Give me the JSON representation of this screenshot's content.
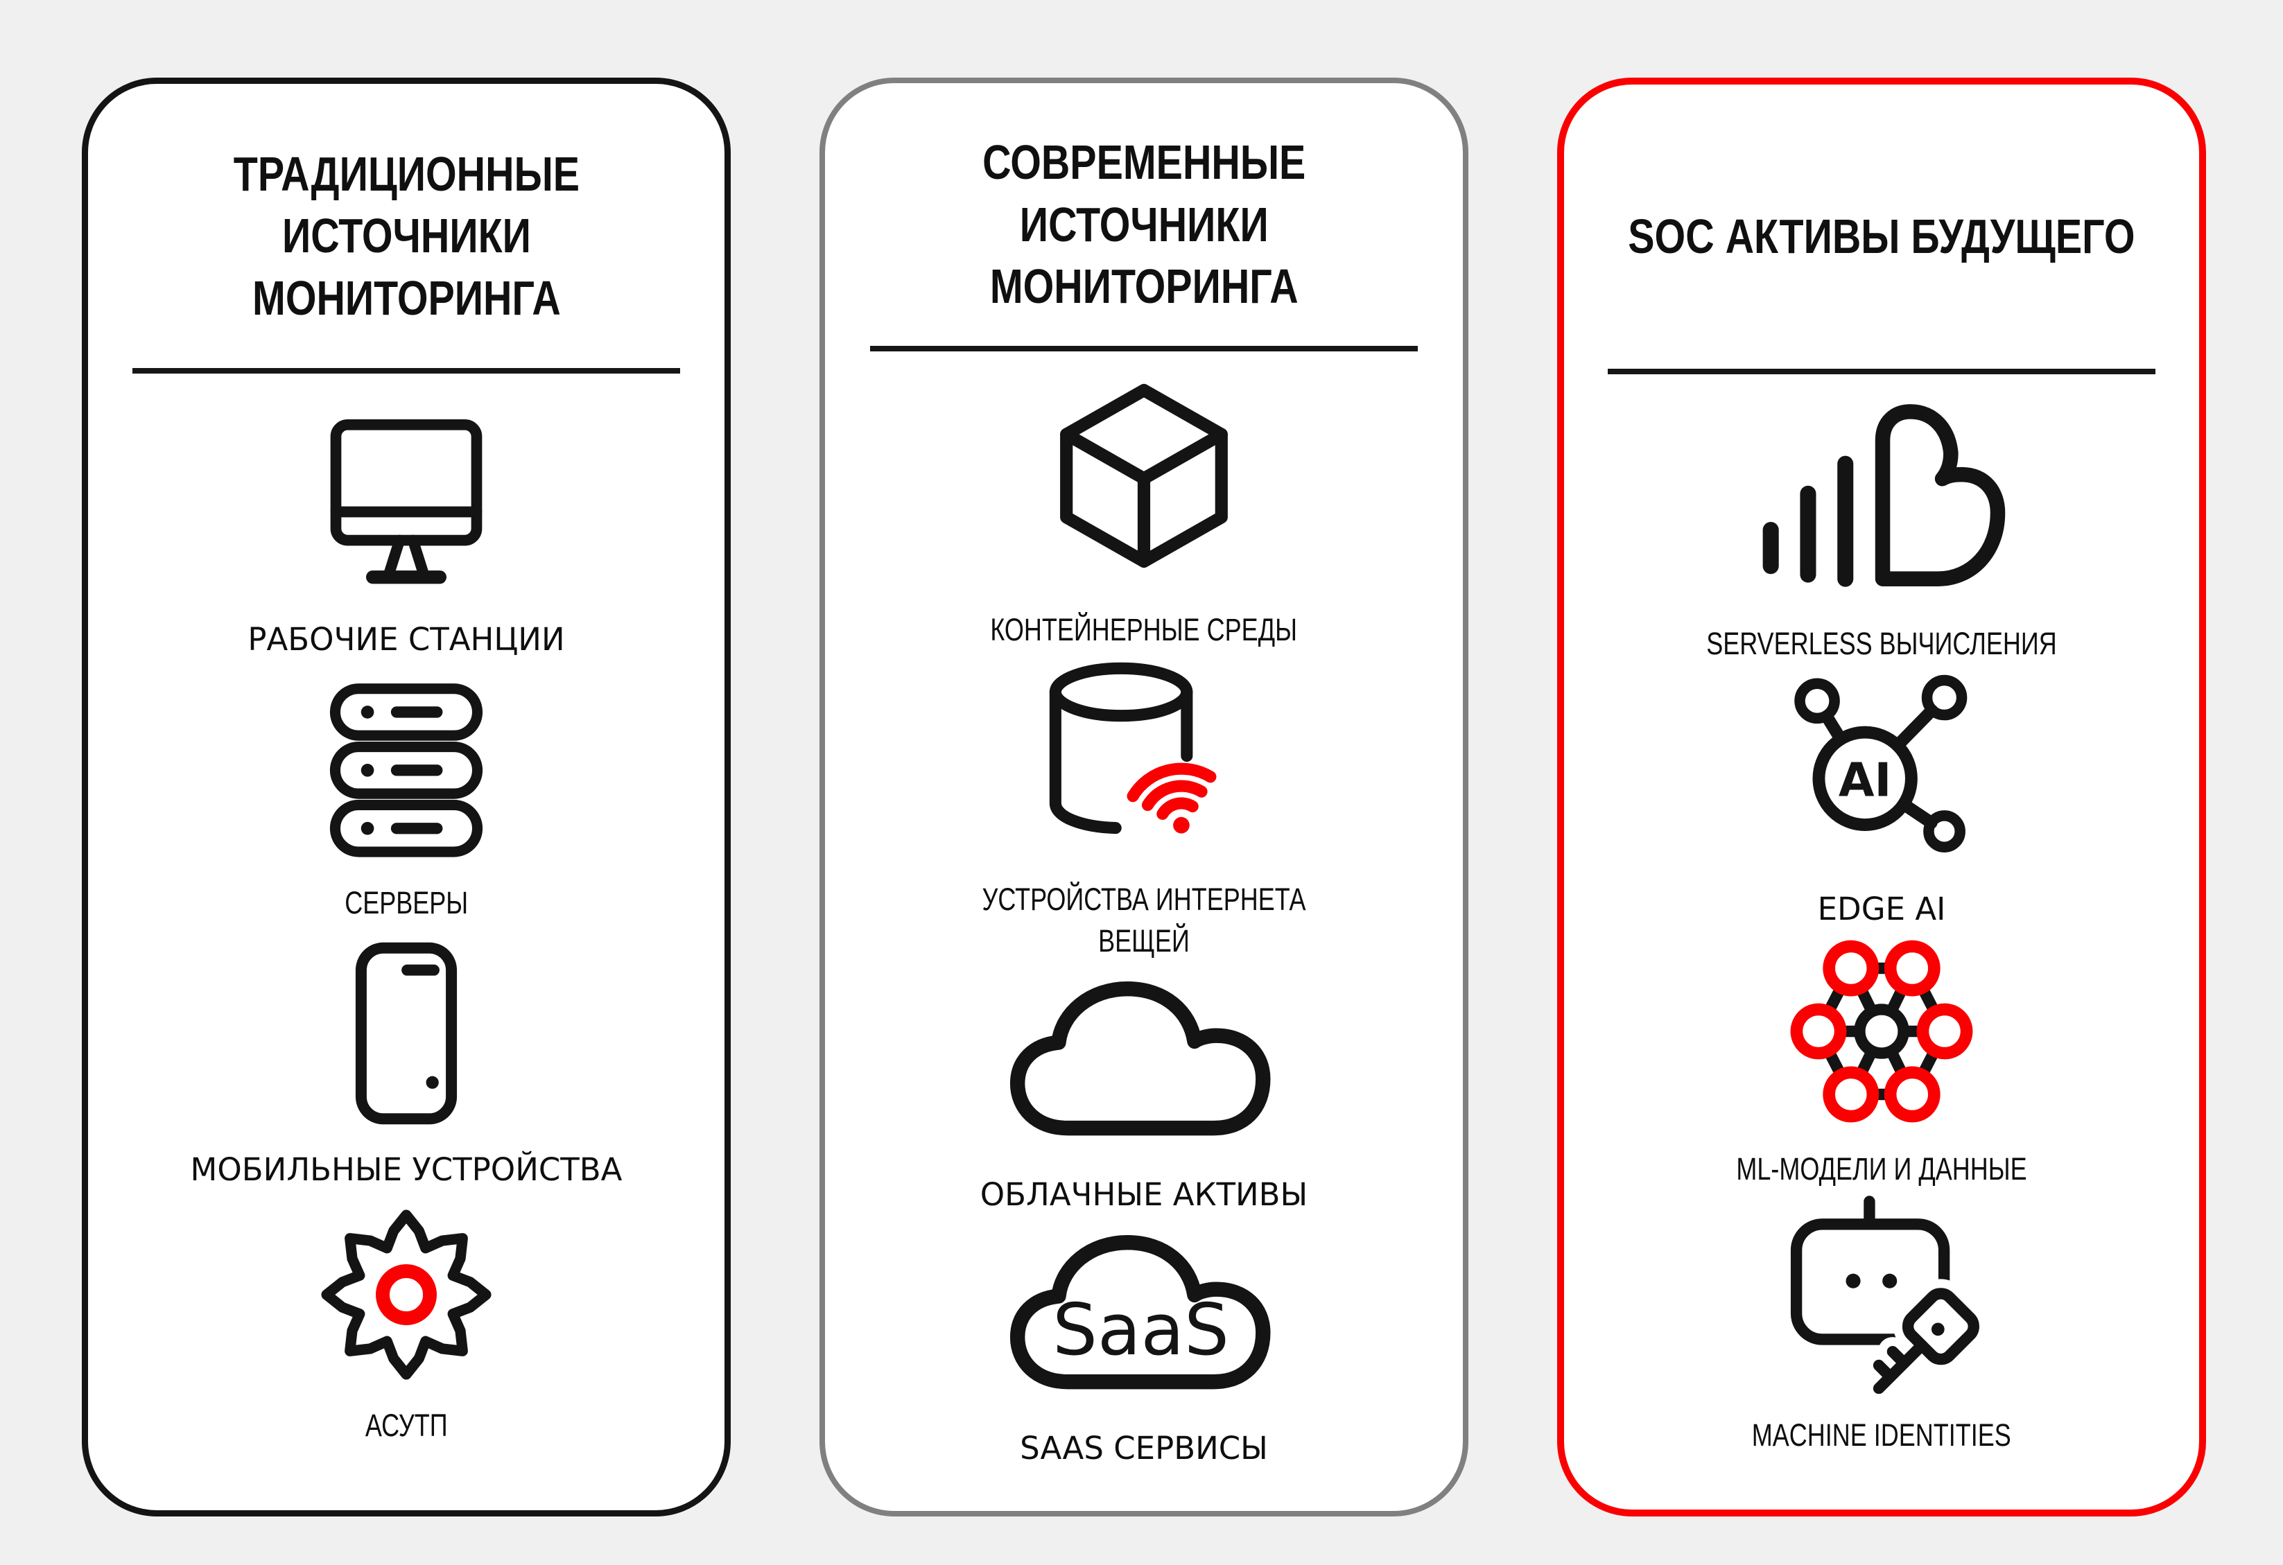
{
  "colors": {
    "page_bg": "#f0f0f1",
    "card_bg": "#ffffff",
    "ink": "#141414",
    "accent_red": "#fa0000",
    "card1_border": "#141414",
    "card2_border": "#808080",
    "card3_border": "#fa0000"
  },
  "columns": [
    {
      "title_lines": [
        "ТРАДИЦИОННЫЕ",
        "ИСТОЧНИКИ",
        "МОНИТОРИНГА"
      ],
      "items": [
        {
          "icon": "desktop-icon",
          "label": "РАБОЧИЕ СТАНЦИИ"
        },
        {
          "icon": "server-stack-icon",
          "label": "СЕРВЕРЫ"
        },
        {
          "icon": "smartphone-icon",
          "label": "МОБИЛЬНЫЕ УСТРОЙСТВА"
        },
        {
          "icon": "gear-icon",
          "label": "АСУТП"
        }
      ]
    },
    {
      "title_lines": [
        "СОВРЕМЕННЫЕ",
        "ИСТОЧНИКИ",
        "МОНИТОРИНГА"
      ],
      "items": [
        {
          "icon": "cube-icon",
          "label": "КОНТЕЙНЕРНЫЕ СРЕДЫ"
        },
        {
          "icon": "iot-database-icon",
          "label": "УСТРОЙСТВА ИНТЕРНЕТА ВЕЩЕЙ"
        },
        {
          "icon": "cloud-icon",
          "label": "ОБЛАЧНЫЕ АКТИВЫ"
        },
        {
          "icon": "saas-cloud-icon",
          "label": "SAAS СЕРВИСЫ",
          "icon_text": "SaaS"
        }
      ]
    },
    {
      "title_lines": [
        "SOC АКТИВЫ БУДУЩЕГО"
      ],
      "items": [
        {
          "icon": "serverless-cloud-icon",
          "label": "SERVERLESS ВЫЧИСЛЕНИЯ"
        },
        {
          "icon": "edge-ai-icon",
          "label": "EDGE AI",
          "icon_text": "AI"
        },
        {
          "icon": "ml-network-icon",
          "label": "ML-МОДЕЛИ И ДАННЫЕ"
        },
        {
          "icon": "robot-key-icon",
          "label": "MACHINE IDENTITIES"
        }
      ]
    }
  ]
}
